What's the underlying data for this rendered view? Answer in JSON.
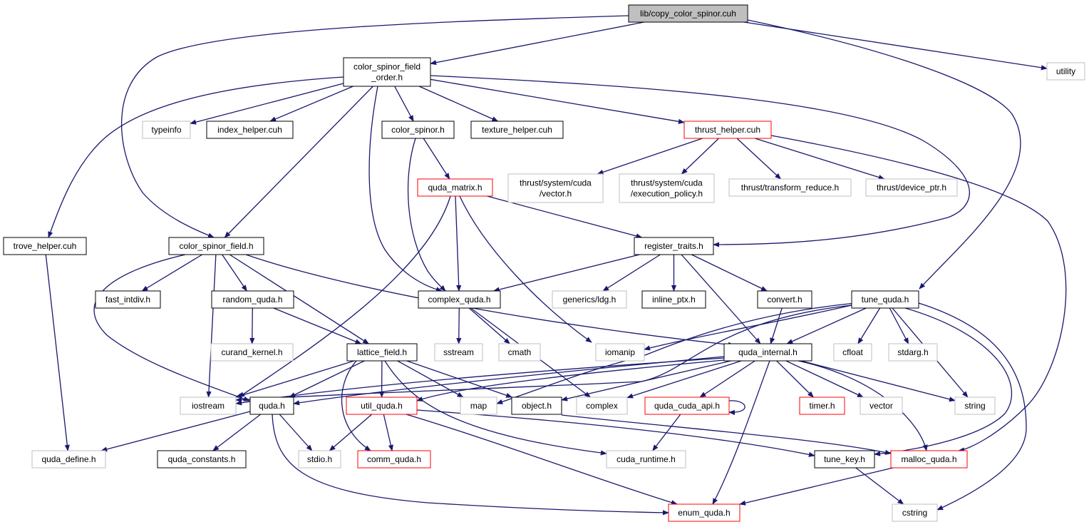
{
  "colors": {
    "edge": "#191970",
    "border_default": "#000000",
    "border_red": "#ff0000",
    "border_gray": "#bfbfbf",
    "fill_root": "#bfbfbf",
    "fill_default": "#ffffff"
  },
  "nodes": [
    {
      "id": "copy_color_spinor",
      "lines": [
        "lib/copy_color_spinor.cuh"
      ],
      "style": "root"
    },
    {
      "id": "color_spinor_field_order",
      "lines": [
        "color_spinor_field",
        "_order.h"
      ],
      "style": "black"
    },
    {
      "id": "utility",
      "lines": [
        "utility"
      ],
      "style": "gray"
    },
    {
      "id": "typeinfo",
      "lines": [
        "typeinfo"
      ],
      "style": "gray"
    },
    {
      "id": "index_helper",
      "lines": [
        "index_helper.cuh"
      ],
      "style": "black"
    },
    {
      "id": "color_spinor",
      "lines": [
        "color_spinor.h"
      ],
      "style": "black"
    },
    {
      "id": "texture_helper",
      "lines": [
        "texture_helper.cuh"
      ],
      "style": "black"
    },
    {
      "id": "thrust_helper",
      "lines": [
        "thrust_helper.cuh"
      ],
      "style": "red"
    },
    {
      "id": "thrust_vector",
      "lines": [
        "thrust/system/cuda",
        "/vector.h"
      ],
      "style": "gray"
    },
    {
      "id": "thrust_exec",
      "lines": [
        "thrust/system/cuda",
        "/execution_policy.h"
      ],
      "style": "gray"
    },
    {
      "id": "thrust_reduce",
      "lines": [
        "thrust/transform_reduce.h"
      ],
      "style": "gray"
    },
    {
      "id": "thrust_ptr",
      "lines": [
        "thrust/device_ptr.h"
      ],
      "style": "gray"
    },
    {
      "id": "quda_matrix",
      "lines": [
        "quda_matrix.h"
      ],
      "style": "red"
    },
    {
      "id": "trove_helper",
      "lines": [
        "trove_helper.cuh"
      ],
      "style": "black"
    },
    {
      "id": "color_spinor_field",
      "lines": [
        "color_spinor_field.h"
      ],
      "style": "black"
    },
    {
      "id": "register_traits",
      "lines": [
        "register_traits.h"
      ],
      "style": "black"
    },
    {
      "id": "fast_intdiv",
      "lines": [
        "fast_intdiv.h"
      ],
      "style": "black"
    },
    {
      "id": "random_quda",
      "lines": [
        "random_quda.h"
      ],
      "style": "black"
    },
    {
      "id": "complex_quda",
      "lines": [
        "complex_quda.h"
      ],
      "style": "black"
    },
    {
      "id": "generics_ldg",
      "lines": [
        "generics/ldg.h"
      ],
      "style": "gray"
    },
    {
      "id": "inline_ptx",
      "lines": [
        "inline_ptx.h"
      ],
      "style": "black"
    },
    {
      "id": "convert",
      "lines": [
        "convert.h"
      ],
      "style": "black"
    },
    {
      "id": "tune_quda",
      "lines": [
        "tune_quda.h"
      ],
      "style": "black"
    },
    {
      "id": "curand_kernel",
      "lines": [
        "curand_kernel.h"
      ],
      "style": "gray"
    },
    {
      "id": "lattice_field",
      "lines": [
        "lattice_field.h"
      ],
      "style": "black"
    },
    {
      "id": "sstream",
      "lines": [
        "sstream"
      ],
      "style": "gray"
    },
    {
      "id": "cmath",
      "lines": [
        "cmath"
      ],
      "style": "gray"
    },
    {
      "id": "iomanip",
      "lines": [
        "iomanip"
      ],
      "style": "gray"
    },
    {
      "id": "quda_internal",
      "lines": [
        "quda_internal.h"
      ],
      "style": "black"
    },
    {
      "id": "cfloat",
      "lines": [
        "cfloat"
      ],
      "style": "gray"
    },
    {
      "id": "stdarg",
      "lines": [
        "stdarg.h"
      ],
      "style": "gray"
    },
    {
      "id": "iostream",
      "lines": [
        "iostream"
      ],
      "style": "gray"
    },
    {
      "id": "quda_h",
      "lines": [
        "quda.h"
      ],
      "style": "black"
    },
    {
      "id": "util_quda",
      "lines": [
        "util_quda.h"
      ],
      "style": "red"
    },
    {
      "id": "map",
      "lines": [
        "map"
      ],
      "style": "gray"
    },
    {
      "id": "object_h",
      "lines": [
        "object.h"
      ],
      "style": "black"
    },
    {
      "id": "complex",
      "lines": [
        "complex"
      ],
      "style": "gray"
    },
    {
      "id": "quda_cuda_api",
      "lines": [
        "quda_cuda_api.h"
      ],
      "style": "red"
    },
    {
      "id": "timer",
      "lines": [
        "timer.h"
      ],
      "style": "red"
    },
    {
      "id": "vector",
      "lines": [
        "vector"
      ],
      "style": "gray"
    },
    {
      "id": "string",
      "lines": [
        "string"
      ],
      "style": "gray"
    },
    {
      "id": "quda_define",
      "lines": [
        "quda_define.h"
      ],
      "style": "gray"
    },
    {
      "id": "quda_constants",
      "lines": [
        "quda_constants.h"
      ],
      "style": "black"
    },
    {
      "id": "stdio",
      "lines": [
        "stdio.h"
      ],
      "style": "gray"
    },
    {
      "id": "comm_quda",
      "lines": [
        "comm_quda.h"
      ],
      "style": "red"
    },
    {
      "id": "cuda_runtime",
      "lines": [
        "cuda_runtime.h"
      ],
      "style": "gray"
    },
    {
      "id": "tune_key",
      "lines": [
        "tune_key.h"
      ],
      "style": "black"
    },
    {
      "id": "malloc_quda",
      "lines": [
        "malloc_quda.h"
      ],
      "style": "red"
    },
    {
      "id": "enum_quda",
      "lines": [
        "enum_quda.h"
      ],
      "style": "red"
    },
    {
      "id": "cstring",
      "lines": [
        "cstring"
      ],
      "style": "gray"
    }
  ],
  "edges": [
    [
      "copy_color_spinor",
      "color_spinor_field_order"
    ],
    [
      "copy_color_spinor",
      "utility"
    ],
    [
      "copy_color_spinor",
      "color_spinor_field"
    ],
    [
      "copy_color_spinor",
      "tune_quda"
    ],
    [
      "color_spinor_field_order",
      "typeinfo"
    ],
    [
      "color_spinor_field_order",
      "index_helper"
    ],
    [
      "color_spinor_field_order",
      "color_spinor"
    ],
    [
      "color_spinor_field_order",
      "texture_helper"
    ],
    [
      "color_spinor_field_order",
      "thrust_helper"
    ],
    [
      "color_spinor_field_order",
      "trove_helper"
    ],
    [
      "color_spinor_field_order",
      "color_spinor_field"
    ],
    [
      "color_spinor_field_order",
      "complex_quda"
    ],
    [
      "color_spinor_field_order",
      "register_traits"
    ],
    [
      "color_spinor",
      "quda_matrix"
    ],
    [
      "color_spinor",
      "complex_quda"
    ],
    [
      "thrust_helper",
      "thrust_vector"
    ],
    [
      "thrust_helper",
      "thrust_exec"
    ],
    [
      "thrust_helper",
      "thrust_reduce"
    ],
    [
      "thrust_helper",
      "thrust_ptr"
    ],
    [
      "thrust_helper",
      "malloc_quda"
    ],
    [
      "quda_matrix",
      "register_traits"
    ],
    [
      "quda_matrix",
      "complex_quda"
    ],
    [
      "quda_matrix",
      "iomanip"
    ],
    [
      "quda_matrix",
      "iostream"
    ],
    [
      "trove_helper",
      "quda_define"
    ],
    [
      "color_spinor_field",
      "fast_intdiv"
    ],
    [
      "color_spinor_field",
      "random_quda"
    ],
    [
      "color_spinor_field",
      "lattice_field"
    ],
    [
      "color_spinor_field",
      "quda_internal"
    ],
    [
      "color_spinor_field",
      "iostream"
    ],
    [
      "color_spinor_field",
      "quda_h"
    ],
    [
      "register_traits",
      "complex_quda"
    ],
    [
      "register_traits",
      "generics_ldg"
    ],
    [
      "register_traits",
      "inline_ptx"
    ],
    [
      "register_traits",
      "convert"
    ],
    [
      "register_traits",
      "quda_internal"
    ],
    [
      "random_quda",
      "curand_kernel"
    ],
    [
      "random_quda",
      "lattice_field"
    ],
    [
      "complex_quda",
      "sstream"
    ],
    [
      "complex_quda",
      "cmath"
    ],
    [
      "complex_quda",
      "complex"
    ],
    [
      "convert",
      "quda_internal"
    ],
    [
      "tune_quda",
      "quda_internal"
    ],
    [
      "tune_quda",
      "iomanip"
    ],
    [
      "tune_quda",
      "cfloat"
    ],
    [
      "tune_quda",
      "stdarg"
    ],
    [
      "tune_quda",
      "string"
    ],
    [
      "tune_quda",
      "tune_key"
    ],
    [
      "tune_quda",
      "cstring"
    ],
    [
      "tune_quda",
      "map"
    ],
    [
      "tune_quda",
      "iostream"
    ],
    [
      "lattice_field",
      "iostream"
    ],
    [
      "lattice_field",
      "quda_h"
    ],
    [
      "lattice_field",
      "util_quda"
    ],
    [
      "lattice_field",
      "map"
    ],
    [
      "lattice_field",
      "object_h"
    ],
    [
      "lattice_field",
      "comm_quda"
    ],
    [
      "lattice_field",
      "cuda_runtime"
    ],
    [
      "quda_internal",
      "quda_h"
    ],
    [
      "quda_internal",
      "object_h"
    ],
    [
      "quda_internal",
      "complex"
    ],
    [
      "quda_internal",
      "quda_cuda_api"
    ],
    [
      "quda_internal",
      "timer"
    ],
    [
      "quda_internal",
      "vector"
    ],
    [
      "quda_internal",
      "string"
    ],
    [
      "quda_internal",
      "malloc_quda"
    ],
    [
      "quda_internal",
      "enum_quda"
    ],
    [
      "quda_internal",
      "util_quda"
    ],
    [
      "quda_internal",
      "iostream"
    ],
    [
      "quda_cuda_api",
      "cuda_runtime"
    ],
    [
      "quda_cuda_api",
      "quda_cuda_api"
    ],
    [
      "quda_h",
      "quda_define"
    ],
    [
      "quda_h",
      "quda_constants"
    ],
    [
      "quda_h",
      "stdio"
    ],
    [
      "quda_h",
      "enum_quda"
    ],
    [
      "util_quda",
      "stdio"
    ],
    [
      "util_quda",
      "comm_quda"
    ],
    [
      "util_quda",
      "tune_key"
    ],
    [
      "util_quda",
      "enum_quda"
    ],
    [
      "object_h",
      "malloc_quda"
    ],
    [
      "tune_key",
      "cstring"
    ],
    [
      "malloc_quda",
      "enum_quda"
    ]
  ]
}
